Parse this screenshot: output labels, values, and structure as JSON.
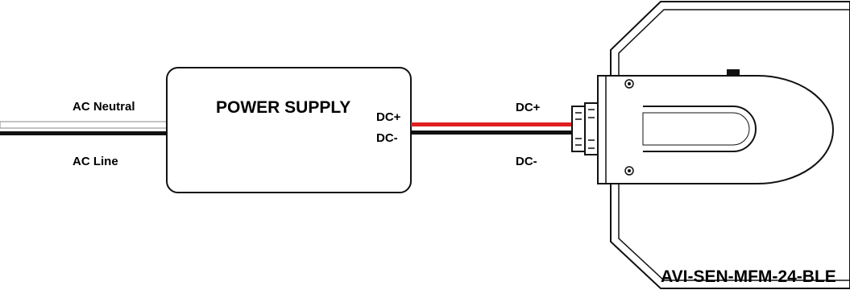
{
  "labels": {
    "ac_neutral": "AC Neutral",
    "ac_line": "AC Line",
    "power_supply": "POWER SUPPLY",
    "ps_dc_plus": "DC+",
    "ps_dc_minus": "DC-",
    "wire_dc_plus": "DC+",
    "wire_dc_minus": "DC-",
    "device_model": "AVI-SEN-MFM-24-BLE"
  },
  "colors": {
    "wire_positive": "#e02020",
    "wire_negative": "#111111",
    "ac_neutral_wire": "#ffffff",
    "outline": "#111111"
  }
}
